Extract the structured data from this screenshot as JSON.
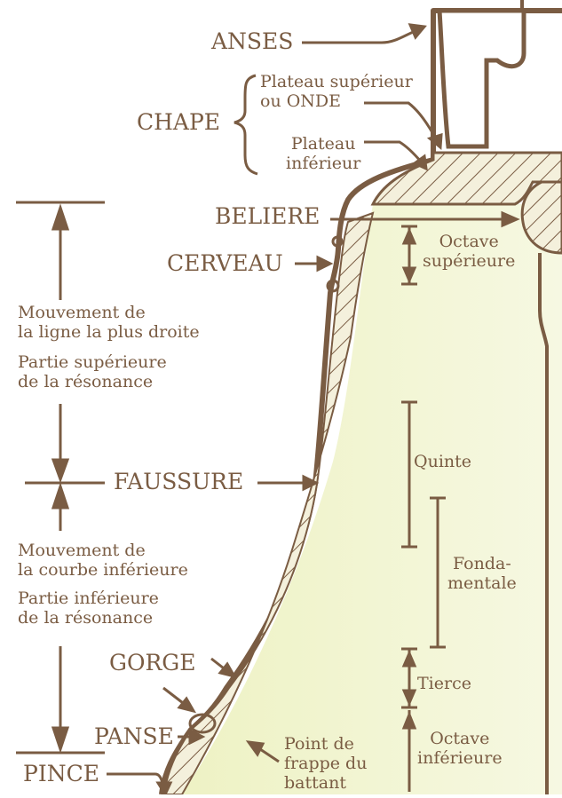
{
  "labels": {
    "anses": "ANSES",
    "chape": "CHAPE",
    "plateau_superieur": [
      "Plateau supérieur",
      "ou ONDE"
    ],
    "plateau_inferieur": [
      "Plateau",
      "inférieur"
    ],
    "beliere": "BELIERE",
    "cerveau": "CERVEAU",
    "faussure": "FAUSSURE",
    "gorge": "GORGE",
    "panse": "PANSE",
    "pince": "PINCE",
    "mouvement_droite": [
      "Mouvement de",
      "la ligne la plus droite"
    ],
    "partie_superieure": [
      "Partie supérieure",
      "de la résonance"
    ],
    "mouvement_courbe": [
      "Mouvement de",
      "la courbe inférieure"
    ],
    "partie_inferieure": [
      "Partie inférieure",
      "de la résonance"
    ],
    "point_frappe": [
      "Point de",
      "frappe du",
      "battant"
    ]
  },
  "harmonics": {
    "octave_superieure": [
      "Octave",
      "supérieure"
    ],
    "quinte": "Quinte",
    "fondamentale": [
      "Fonda-",
      "mentale"
    ],
    "tierce": "Tierce",
    "octave_inferieure": [
      "Octave",
      "inférieure"
    ]
  },
  "colors": {
    "ink": "#7a5c43",
    "bell_fill": "#eef2c4",
    "bell_light": "#f7f9e4",
    "background": "#ffffff"
  }
}
